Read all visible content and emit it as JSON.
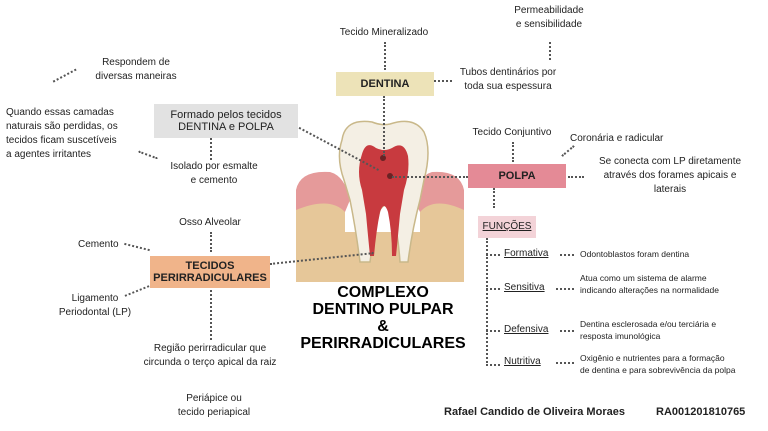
{
  "title": {
    "line1": "COMPLEXO",
    "line2": "DENTINO PULPAR",
    "line3": "&",
    "line4": "PERIRRADICULARES"
  },
  "boxes": {
    "dentina": "DENTINA",
    "formado": "Formado pelos tecidos\nDENTINA e POLPA",
    "polpa": "POLPA",
    "funcoes": "FUNÇÕES",
    "tecidos": "TECIDOS\nPERIRRADICULARES"
  },
  "labels": {
    "respondem": "Respondem de\ndiversas maneiras",
    "quando": "Quando essas camadas\nnaturais são perdidas, os\ntecidos ficam suscetíveis\na agentes irritantes",
    "isolado": "Isolado por esmalte\ne cemento",
    "tecido_min": "Tecido Mineralizado",
    "permeab": "Permeabilidade\ne sensibilidade",
    "tubos": "Tubos dentinários por\ntoda sua espessura",
    "tec_conj": "Tecido Conjuntivo",
    "coronaria": "Coronária e radicular",
    "conecta": "Se conecta com LP diretamente\natravés dos forames apicais e\nlaterais",
    "osso": "Osso Alveolar",
    "cemento": "Cemento",
    "ligamento": "Ligamento\nPeriodontal (LP)",
    "regiao": "Região perirradicular que\ncircunda o terço apical da raiz",
    "periapice": "Periápice ou\ntecido periapical"
  },
  "functions": [
    {
      "name": "Formativa",
      "desc": "Odontoblastos foram dentina"
    },
    {
      "name": "Sensitiva",
      "desc": "Atua como um sistema de alarme\nindicando alterações na normalidade"
    },
    {
      "name": "Defensiva",
      "desc": "Dentina esclerosada e/ou terciária e\nresposta imunológica"
    },
    {
      "name": "Nutritiva",
      "desc": "Oxigênio e nutrientes para a formação\nde dentina e para sobrevivência da polpa"
    }
  ],
  "footer": {
    "author": "Rafael Candido de Oliveira Moraes",
    "ra": "RA001201810765"
  },
  "colors": {
    "dentina_box": "#ede3b8",
    "formado_box": "#e2e2e2",
    "polpa_box": "#e48a96",
    "funcoes_box": "#f3d3d8",
    "tecidos_box": "#f0b48a",
    "gum": "#e59a9a",
    "bone": "#e6c799",
    "tooth": "#f4efe4",
    "pulp": "#c83a3f"
  }
}
